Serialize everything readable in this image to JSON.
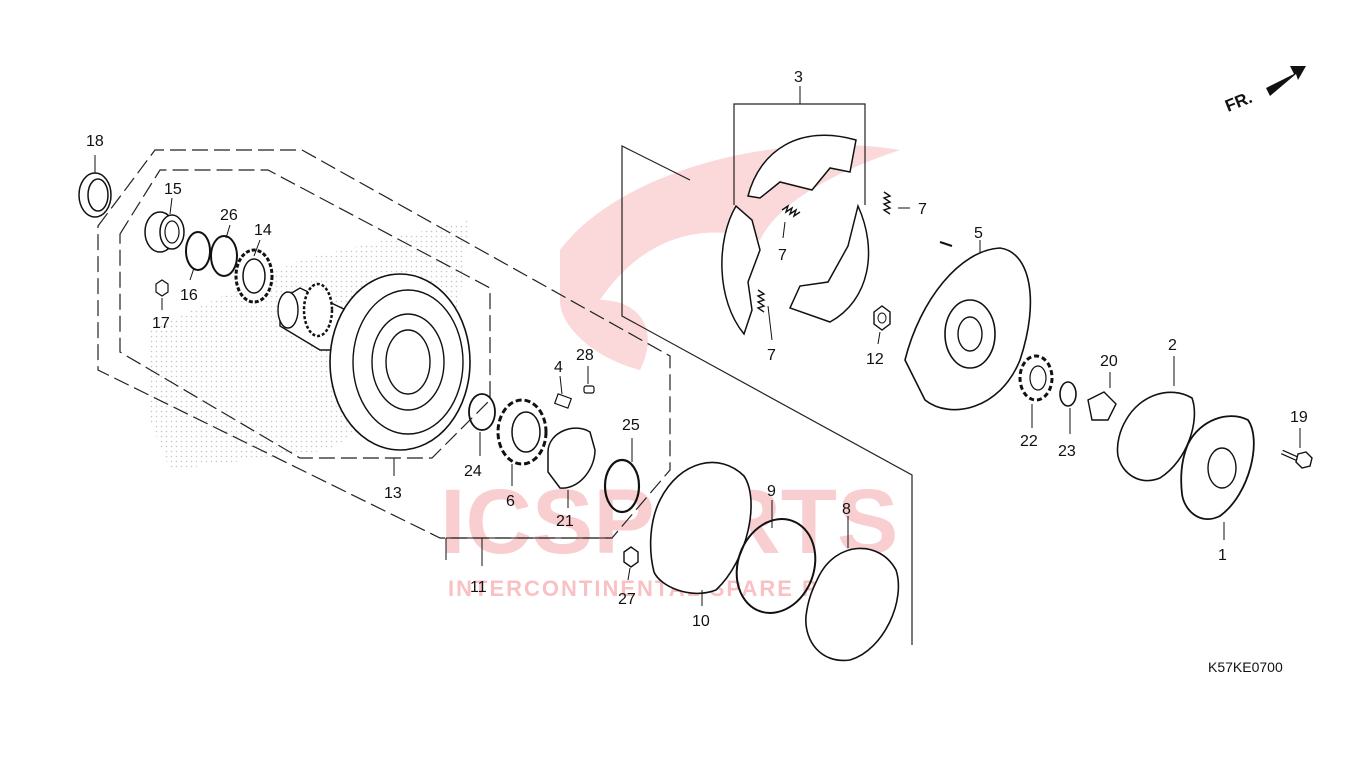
{
  "diagram": {
    "code": "K57KE0700",
    "direction": "FR.",
    "watermark": {
      "brand": "ICSPARTS",
      "tagline": "INTERCONTINENTAL SPARE PARTS",
      "color": "#e8262c"
    },
    "callouts": [
      "1",
      "2",
      "3",
      "4",
      "5",
      "6",
      "7",
      "8",
      "9",
      "10",
      "11",
      "12",
      "13",
      "14",
      "15",
      "16",
      "17",
      "18",
      "19",
      "20",
      "21",
      "22",
      "23",
      "24",
      "25",
      "26",
      "27",
      "28"
    ]
  }
}
